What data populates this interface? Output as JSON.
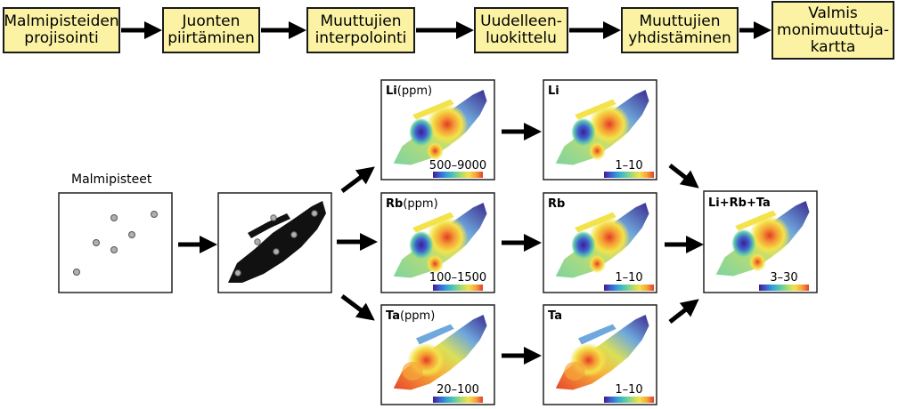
{
  "workflow_steps": [
    {
      "id": "s1",
      "label": "Malmipisteiden\nprojisointi"
    },
    {
      "id": "s2",
      "label": "Juonten\npiirtäminen"
    },
    {
      "id": "s3",
      "label": "Muuttujien\ninterpolointi"
    },
    {
      "id": "s4",
      "label": "Uudelleen-\nluokittelu"
    },
    {
      "id": "s5",
      "label": "Muuttujien\nyhdistäminen"
    },
    {
      "id": "s6",
      "label": "Valmis\nmonimuuttuja-\nkartta"
    }
  ],
  "points_panel": {
    "caption": "Malmipisteet"
  },
  "maps": {
    "li_ppm": {
      "element": "Li",
      "unit": "(ppm)",
      "range": "500–9000"
    },
    "rb_ppm": {
      "element": "Rb",
      "unit": "(ppm)",
      "range": "100–1500"
    },
    "ta_ppm": {
      "element": "Ta",
      "unit": "(ppm)",
      "range": "20–100"
    },
    "li_cls": {
      "element": "Li",
      "unit": "",
      "range": "1–10"
    },
    "rb_cls": {
      "element": "Rb",
      "unit": "",
      "range": "1–10"
    },
    "ta_cls": {
      "element": "Ta",
      "unit": "",
      "range": "1–10"
    },
    "combined": {
      "element": "Li+Rb+Ta",
      "unit": "",
      "range": "3–30"
    }
  },
  "colorbar": [
    "#3b1f8f",
    "#3f5fd0",
    "#2ea7d6",
    "#5fc9a8",
    "#a9dc6e",
    "#f3e24a",
    "#f6a53a",
    "#e0402a"
  ]
}
